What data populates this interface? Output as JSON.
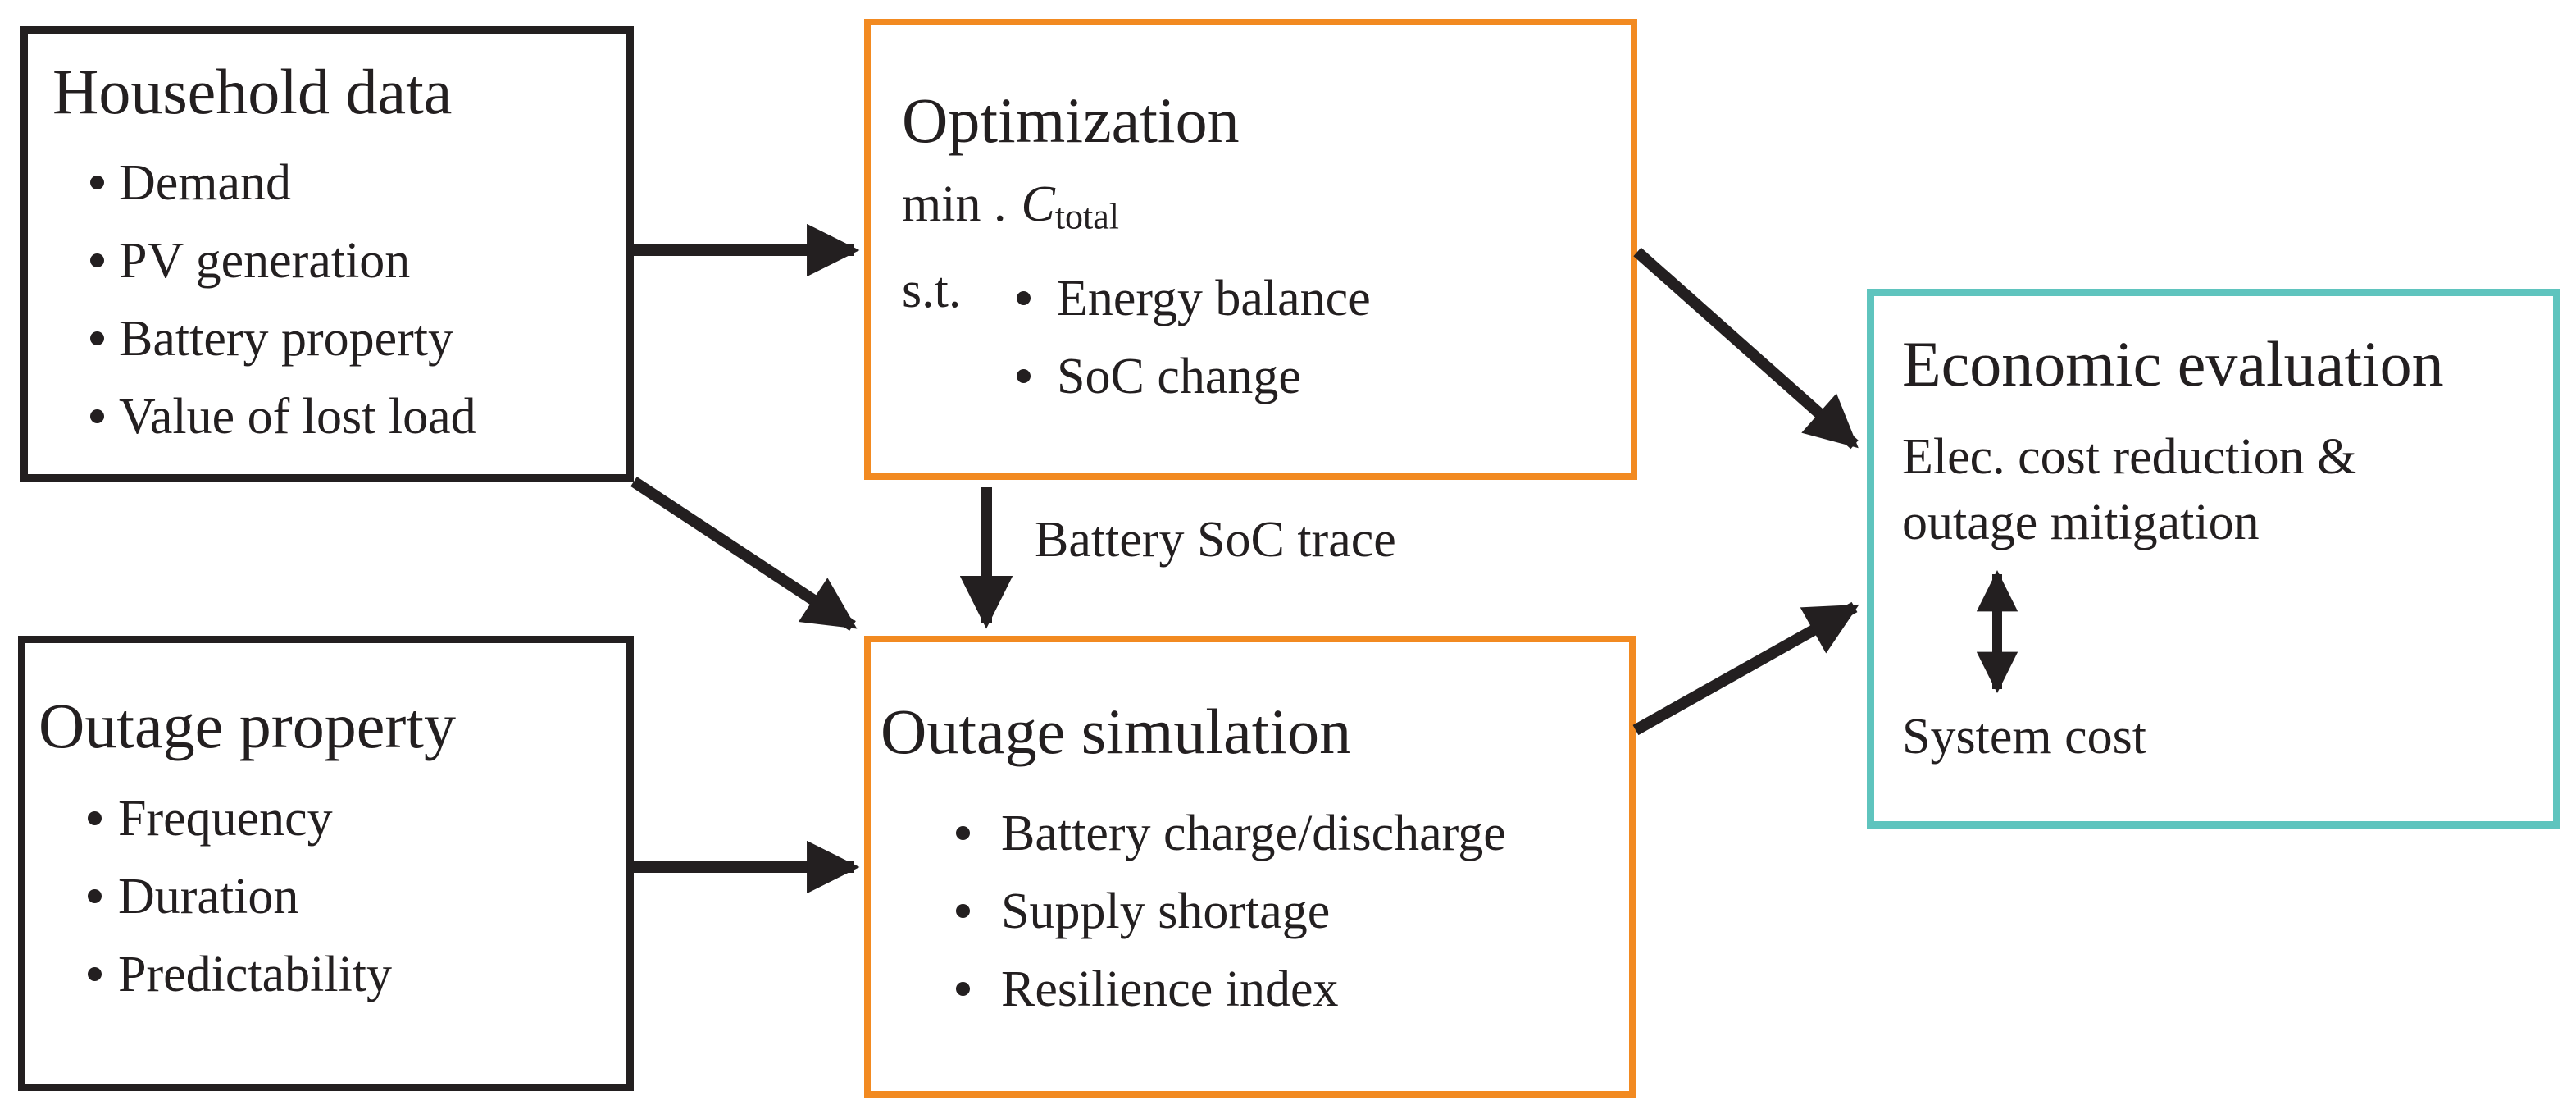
{
  "household": {
    "title": "Household data",
    "bullets": [
      "Demand",
      "PV generation",
      "Battery property",
      "Value of lost load"
    ]
  },
  "optimization": {
    "title": "Optimization",
    "objective_prefix": "min .",
    "objective_var": "C",
    "objective_sub": "total",
    "st_label": "s.t.",
    "constraints": [
      "Energy balance",
      "SoC change"
    ]
  },
  "outage_property": {
    "title": "Outage property",
    "bullets": [
      "Frequency",
      "Duration",
      "Predictability"
    ]
  },
  "outage_simulation": {
    "title": "Outage simulation",
    "bullets": [
      "Battery charge/discharge",
      "Supply shortage",
      "Resilience index"
    ]
  },
  "economic_evaluation": {
    "title": "Economic evaluation",
    "result_line1": "Elec. cost reduction &",
    "result_line2": "outage mitigation",
    "cost_line": "System cost"
  },
  "edge_labels": {
    "soc_trace": "Battery SoC trace"
  },
  "colors": {
    "box_black": "#231f20",
    "box_orange": "#f28a21",
    "box_teal": "#5fc4be",
    "arrow": "#231f20",
    "text": "#231f20"
  }
}
